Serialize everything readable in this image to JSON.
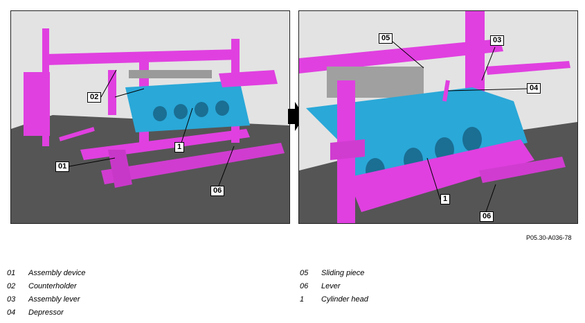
{
  "callouts_left": [
    "02",
    "1",
    "01",
    "06"
  ],
  "callouts_right": [
    "05",
    "03",
    "04",
    "1",
    "06"
  ],
  "reference_code": "P05.30-A036-78",
  "legend": [
    {
      "code": "01",
      "label": "Assembly device"
    },
    {
      "code": "02",
      "label": "Counterholder"
    },
    {
      "code": "03",
      "label": "Assembly lever"
    },
    {
      "code": "04",
      "label": "Depressor"
    },
    {
      "code": "05",
      "label": "Sliding piece"
    },
    {
      "code": "06",
      "label": "Lever"
    },
    {
      "code": "1",
      "label": "Cylinder head"
    }
  ],
  "colors": {
    "frame": "#e040e0",
    "cylinder_head": "#2aa8d8",
    "floor": "#555555",
    "background": "#e3e3e3"
  }
}
